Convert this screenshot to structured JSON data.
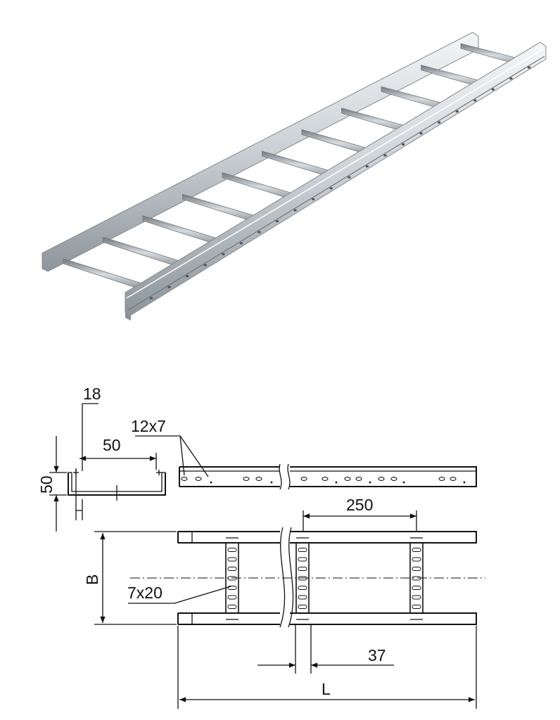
{
  "labels": {
    "flange_width": "18",
    "hole_size_side": "12x7",
    "rail_width": "50",
    "rail_height": "50",
    "rung_spacing": "250",
    "width_b": "B",
    "hole_size_rung": "7x20",
    "rung_offset": "37",
    "length_l": "L"
  },
  "colors": {
    "steel_light": "#e8ecef",
    "steel_mid": "#b9c0c6",
    "steel_dark": "#7d858c",
    "line": "#111111"
  }
}
